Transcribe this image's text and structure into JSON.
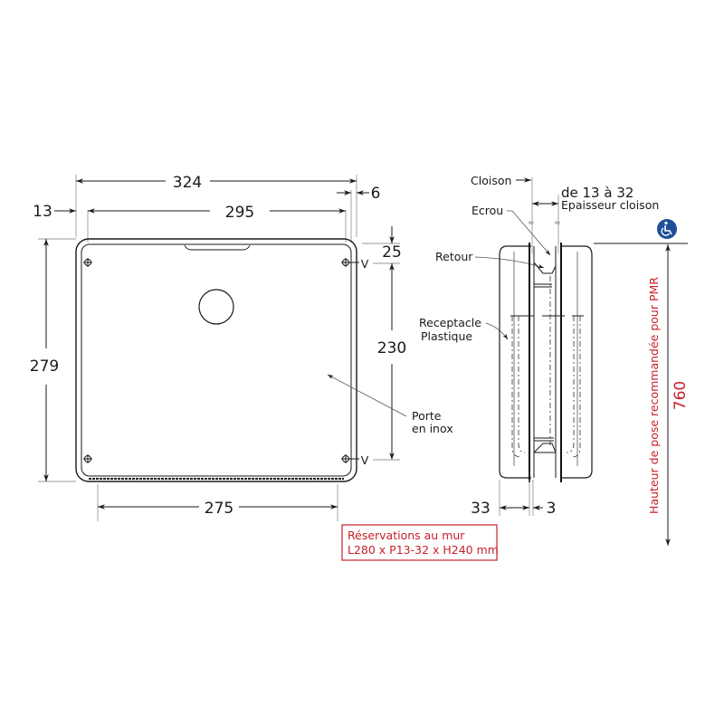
{
  "front_view": {
    "overall_width": "324",
    "inner_width": "295",
    "bottom_width": "275",
    "left_offset": "13",
    "right_offset": "6",
    "overall_height": "279",
    "fixing_spacing": "230",
    "top_offset": "25",
    "fixing_marker": "V",
    "door_label_line1": "Porte",
    "door_label_line2": "en inox"
  },
  "side_view": {
    "cloison_label": "Cloison",
    "thickness_range": "de 13 à 32",
    "thickness_label": "Epaisseur cloison",
    "ecrou_label": "Ecrou",
    "retour_label": "Retour",
    "receptacle_line1": "Receptacle",
    "receptacle_line2": "Plastique",
    "depth": "33",
    "flange": "3"
  },
  "reservation_box": {
    "line1": "Réservations au mur",
    "line2": "L280 x P13-32 x H240 mm"
  },
  "pmr": {
    "icon": "wheelchair-icon",
    "height_value": "760",
    "height_label": "Hauteur de pose recommandée pour PMR"
  },
  "colors": {
    "accent_red": "#c8202a",
    "accessibility_blue": "#1f4e9a",
    "line": "#1a1a1a"
  }
}
